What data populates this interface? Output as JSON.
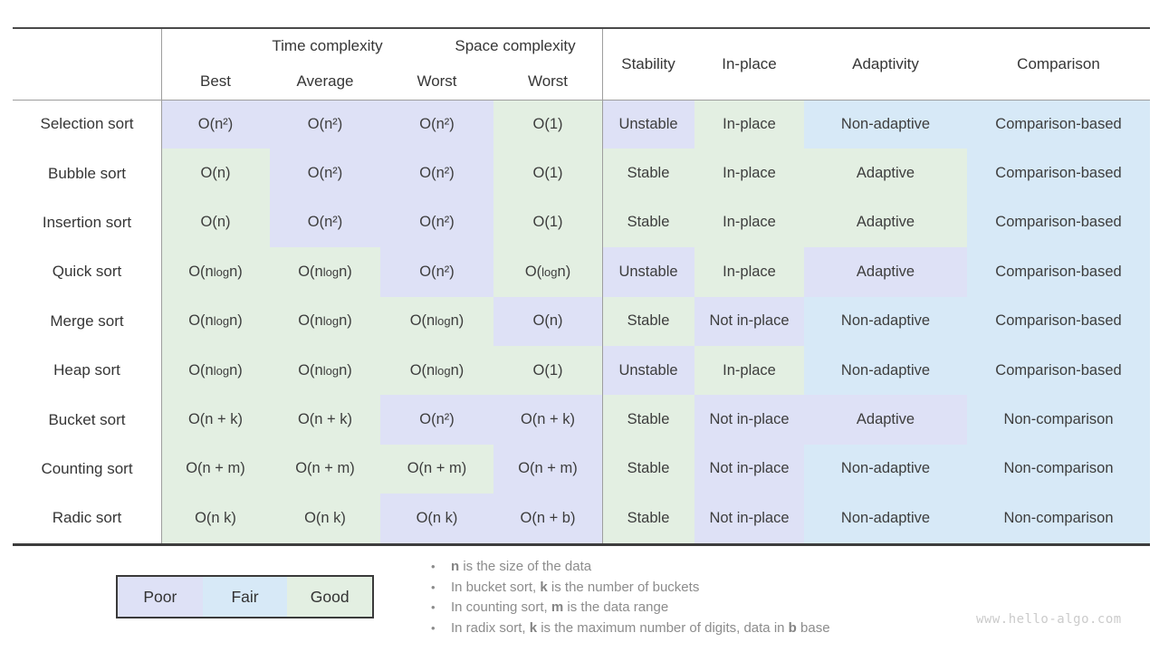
{
  "page": {
    "watermark": "www.hello-algo.com"
  },
  "colors": {
    "poor": "#dee1f6",
    "fair": "#d7e9f7",
    "good": "#e3efe2"
  },
  "table": {
    "group_headers": [
      {
        "label": "Time complexity",
        "span": 3
      },
      {
        "label": "Space complexity",
        "span": 1
      }
    ],
    "sub_headers": [
      "Best",
      "Average",
      "Worst",
      "Worst"
    ],
    "attr_headers": [
      "Stability",
      "In-place",
      "Adaptivity",
      "Comparison"
    ],
    "col_keys": [
      "best",
      "average",
      "worst-time",
      "worst-space",
      "stability",
      "in-place",
      "adaptivity",
      "comparison"
    ],
    "rows": [
      {
        "name": "Selection sort",
        "cells": [
          {
            "text": "O(n²)",
            "rating": "poor"
          },
          {
            "text": "O(n²)",
            "rating": "poor"
          },
          {
            "text": "O(n²)",
            "rating": "poor"
          },
          {
            "text": "O(1)",
            "rating": "good"
          },
          {
            "text": "Unstable",
            "rating": "poor"
          },
          {
            "text": "In-place",
            "rating": "good"
          },
          {
            "text": "Non-adaptive",
            "rating": "fair"
          },
          {
            "text": "Comparison-based",
            "rating": "fair"
          }
        ]
      },
      {
        "name": "Bubble sort",
        "cells": [
          {
            "text": "O(n)",
            "rating": "good"
          },
          {
            "text": "O(n²)",
            "rating": "poor"
          },
          {
            "text": "O(n²)",
            "rating": "poor"
          },
          {
            "text": "O(1)",
            "rating": "good"
          },
          {
            "text": "Stable",
            "rating": "good"
          },
          {
            "text": "In-place",
            "rating": "good"
          },
          {
            "text": "Adaptive",
            "rating": "good"
          },
          {
            "text": "Comparison-based",
            "rating": "fair"
          }
        ]
      },
      {
        "name": "Insertion sort",
        "cells": [
          {
            "text": "O(n)",
            "rating": "good"
          },
          {
            "text": "O(n²)",
            "rating": "poor"
          },
          {
            "text": "O(n²)",
            "rating": "poor"
          },
          {
            "text": "O(1)",
            "rating": "good"
          },
          {
            "text": "Stable",
            "rating": "good"
          },
          {
            "text": "In-place",
            "rating": "good"
          },
          {
            "text": "Adaptive",
            "rating": "good"
          },
          {
            "text": "Comparison-based",
            "rating": "fair"
          }
        ]
      },
      {
        "name": "Quick sort",
        "cells": [
          {
            "text": "O(n log n)",
            "rating": "good"
          },
          {
            "text": "O(n log n)",
            "rating": "good"
          },
          {
            "text": "O(n²)",
            "rating": "poor"
          },
          {
            "text": "O(log n)",
            "rating": "good"
          },
          {
            "text": "Unstable",
            "rating": "poor"
          },
          {
            "text": "In-place",
            "rating": "good"
          },
          {
            "text": "Adaptive",
            "rating": "poor"
          },
          {
            "text": "Comparison-based",
            "rating": "fair"
          }
        ]
      },
      {
        "name": "Merge sort",
        "cells": [
          {
            "text": "O(n log n)",
            "rating": "good"
          },
          {
            "text": "O(n log n)",
            "rating": "good"
          },
          {
            "text": "O(n log n)",
            "rating": "good"
          },
          {
            "text": "O(n)",
            "rating": "poor"
          },
          {
            "text": "Stable",
            "rating": "good"
          },
          {
            "text": "Not in-place",
            "rating": "poor"
          },
          {
            "text": "Non-adaptive",
            "rating": "fair"
          },
          {
            "text": "Comparison-based",
            "rating": "fair"
          }
        ]
      },
      {
        "name": "Heap sort",
        "cells": [
          {
            "text": "O(n log n)",
            "rating": "good"
          },
          {
            "text": "O(n log n)",
            "rating": "good"
          },
          {
            "text": "O(n log n)",
            "rating": "good"
          },
          {
            "text": "O(1)",
            "rating": "good"
          },
          {
            "text": "Unstable",
            "rating": "poor"
          },
          {
            "text": "In-place",
            "rating": "good"
          },
          {
            "text": "Non-adaptive",
            "rating": "fair"
          },
          {
            "text": "Comparison-based",
            "rating": "fair"
          }
        ]
      },
      {
        "name": "Bucket sort",
        "cells": [
          {
            "text": "O(n + k)",
            "rating": "good"
          },
          {
            "text": "O(n + k)",
            "rating": "good"
          },
          {
            "text": "O(n²)",
            "rating": "poor"
          },
          {
            "text": "O(n + k)",
            "rating": "poor"
          },
          {
            "text": "Stable",
            "rating": "good"
          },
          {
            "text": "Not in-place",
            "rating": "poor"
          },
          {
            "text": "Adaptive",
            "rating": "poor"
          },
          {
            "text": "Non-comparison",
            "rating": "fair"
          }
        ]
      },
      {
        "name": "Counting sort",
        "cells": [
          {
            "text": "O(n + m)",
            "rating": "good"
          },
          {
            "text": "O(n + m)",
            "rating": "good"
          },
          {
            "text": "O(n + m)",
            "rating": "good"
          },
          {
            "text": "O(n + m)",
            "rating": "poor"
          },
          {
            "text": "Stable",
            "rating": "good"
          },
          {
            "text": "Not in-place",
            "rating": "poor"
          },
          {
            "text": "Non-adaptive",
            "rating": "fair"
          },
          {
            "text": "Non-comparison",
            "rating": "fair"
          }
        ]
      },
      {
        "name": "Radic sort",
        "cells": [
          {
            "text": "O(n k)",
            "rating": "good"
          },
          {
            "text": "O(n k)",
            "rating": "good"
          },
          {
            "text": "O(n k)",
            "rating": "poor"
          },
          {
            "text": "O(n + b)",
            "rating": "poor"
          },
          {
            "text": "Stable",
            "rating": "good"
          },
          {
            "text": "Not in-place",
            "rating": "poor"
          },
          {
            "text": "Non-adaptive",
            "rating": "fair"
          },
          {
            "text": "Non-comparison",
            "rating": "fair"
          }
        ]
      }
    ]
  },
  "legend": {
    "items": [
      {
        "label": "Poor",
        "rating": "poor"
      },
      {
        "label": "Fair",
        "rating": "fair"
      },
      {
        "label": "Good",
        "rating": "good"
      }
    ]
  },
  "notes": {
    "items": [
      {
        "segments": [
          {
            "text": "n",
            "bold": true
          },
          {
            "text": " is the size of the data",
            "bold": false
          }
        ]
      },
      {
        "segments": [
          {
            "text": "In bucket sort, ",
            "bold": false
          },
          {
            "text": "k",
            "bold": true
          },
          {
            "text": " is the number of buckets",
            "bold": false
          }
        ]
      },
      {
        "segments": [
          {
            "text": "In counting sort, ",
            "bold": false
          },
          {
            "text": "m",
            "bold": true
          },
          {
            "text": " is the data range",
            "bold": false
          }
        ]
      },
      {
        "segments": [
          {
            "text": "In radix sort, ",
            "bold": false
          },
          {
            "text": "k",
            "bold": true
          },
          {
            "text": " is the maximum number of digits, data in ",
            "bold": false
          },
          {
            "text": "b",
            "bold": true
          },
          {
            "text": " base",
            "bold": false
          }
        ]
      }
    ]
  }
}
